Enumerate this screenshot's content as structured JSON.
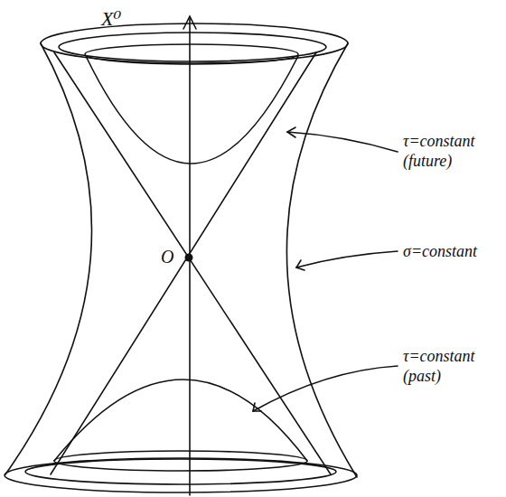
{
  "diagram": {
    "labels": [
      "X⁰",
      "O",
      "τ=constant (future)",
      "σ=constant",
      "τ=constant (past)"
    ]
  }
}
